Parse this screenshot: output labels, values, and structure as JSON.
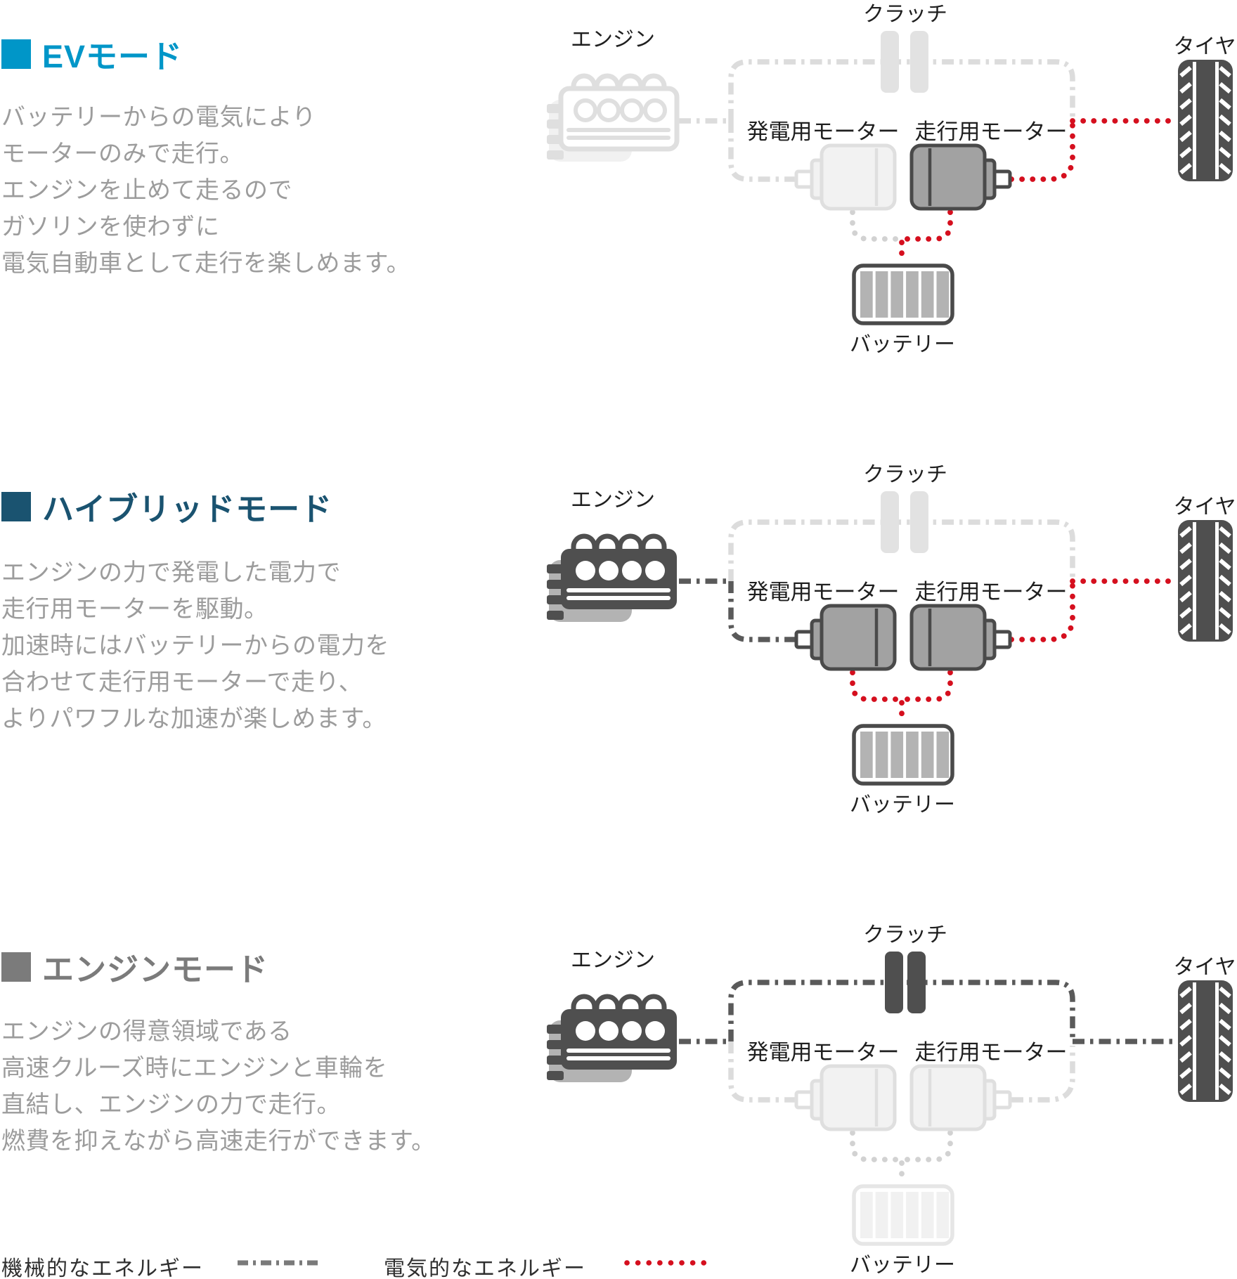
{
  "page": {
    "background": "#ffffff"
  },
  "diagram_labels": {
    "engine": "エンジン",
    "clutch": "クラッチ",
    "generator_motor": "発電用モーター",
    "traction_motor": "走行用モーター",
    "tire": "タイヤ",
    "battery": "バッテリー"
  },
  "legend": {
    "mechanical_label": "機械的なエネルギー",
    "electrical_label": "電気的なエネルギー"
  },
  "colors": {
    "accent_ev": "#0096c8",
    "accent_hybrid": "#1a5370",
    "accent_engine": "#7b7b7b",
    "body_text": "#9c9c9c",
    "label_text": "#1f1f1f",
    "legend_text": "#2f2f2f",
    "dark": "#4f4f4f",
    "motor_stroke": "#4a4a4a",
    "line_dark": "#5a5a5a",
    "line_light": "#dcdcdc",
    "red": "#d50f1e",
    "dots_light": "#d2d2d2",
    "motor_fill": "#a2a2a2",
    "motor_inactive_fill": "#f2f2f2",
    "inactive_stroke": "#dfdfdf",
    "battery_cell": "#b3b3b3",
    "battery_cell_inactive": "#f1f1f1",
    "battery_stroke_inactive": "#e6e6e6",
    "engine_shadow": "#b3b3b3",
    "engine_shadow_inactive": "#f1f1f1",
    "clutch_inactive": "#e2e2e2",
    "legend_line": "#7a7a7a"
  },
  "modes": [
    {
      "id": "ev",
      "title": "EVモード",
      "title_color": "#0096c8",
      "description_lines": [
        "バッテリーからの電気により",
        "モーターのみで走行。",
        "エンジンを止めて走るので",
        "ガソリンを使わずに",
        "電気自動車として走行を楽しめます。"
      ],
      "components": {
        "engine": "inactive",
        "clutch": "released",
        "generator_motor": "inactive",
        "traction_motor": "active",
        "battery": "active"
      },
      "lines": {
        "engine_link": "inactive",
        "upper_loop": "inactive",
        "lower_loop": "inactive",
        "generator_feed": "gray",
        "battery_feed": "red",
        "traction_feed": "red",
        "shaft_link": "electric",
        "tire_link": "electric"
      }
    },
    {
      "id": "hybrid",
      "title": "ハイブリッドモード",
      "title_color": "#1a5370",
      "description_lines": [
        "エンジンの力で発電した電力で",
        "走行用モーターを駆動。",
        "加速時にはバッテリーからの電力を",
        "合わせて走行用モーターで走り、",
        "よりパワフルな加速が楽しめます。"
      ],
      "components": {
        "engine": "active",
        "clutch": "released",
        "generator_motor": "active",
        "traction_motor": "active",
        "battery": "active"
      },
      "lines": {
        "engine_link": "active",
        "upper_loop": "inactive",
        "lower_loop": "active",
        "generator_feed": "red",
        "battery_feed": "red",
        "traction_feed": "red",
        "shaft_link": "electric",
        "tire_link": "electric"
      }
    },
    {
      "id": "engine",
      "title": "エンジンモード",
      "title_color": "#7b7b7b",
      "description_lines": [
        "エンジンの得意領域である",
        "高速クルーズ時にエンジンと車輪を",
        "直結し、エンジンの力で走行。",
        "燃費を抑えながら高速走行ができます。"
      ],
      "components": {
        "engine": "active",
        "clutch": "engaged",
        "generator_motor": "inactive",
        "traction_motor": "inactive",
        "battery": "inactive"
      },
      "lines": {
        "engine_link": "active",
        "upper_loop": "active",
        "lower_loop": "inactive",
        "generator_feed": "gray",
        "battery_feed": "gray",
        "traction_feed": "gray",
        "shaft_link": "mechanical-inactive",
        "tire_link": "mechanical-active"
      }
    }
  ]
}
